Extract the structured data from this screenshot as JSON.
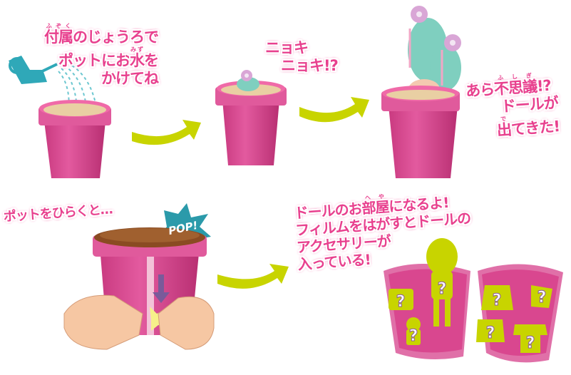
{
  "step1": {
    "line1_a": "付",
    "line1_b": "属",
    "line1_ruby": "ふぞく",
    "line1_rest": "のじょうろで",
    "line2_a": "ポットにお",
    "line2_b": "水",
    "line2_ruby": "みず",
    "line2_rest": "を",
    "line3": "かけてね"
  },
  "step2": {
    "line1": "ニョキ",
    "line2": "ニョキ!?"
  },
  "step3": {
    "line1_a": "あら",
    "line1_b": "不思議",
    "line1_ruby": "ふしぎ",
    "line1_rest": "!?",
    "line2": "ドールが",
    "line3_b": "出",
    "line3_ruby": "で",
    "line3_rest": "てきた!"
  },
  "step4": {
    "line1": "ポットをひらくと…",
    "pop": "POP!"
  },
  "step5": {
    "line1_a": "ドールのお",
    "line1_b": "部屋",
    "line1_ruby": "へや",
    "line1_rest": "になるよ!",
    "line2": "フィルムをはがすとドールの",
    "line3": "アクセサリーが",
    "line4": "入っている!"
  },
  "colors": {
    "pink_text": "#e8408e",
    "pot": "#d9478f",
    "arrow": "#c8d400",
    "soil": "#e9cfa3",
    "accessory": "#c8d400"
  }
}
